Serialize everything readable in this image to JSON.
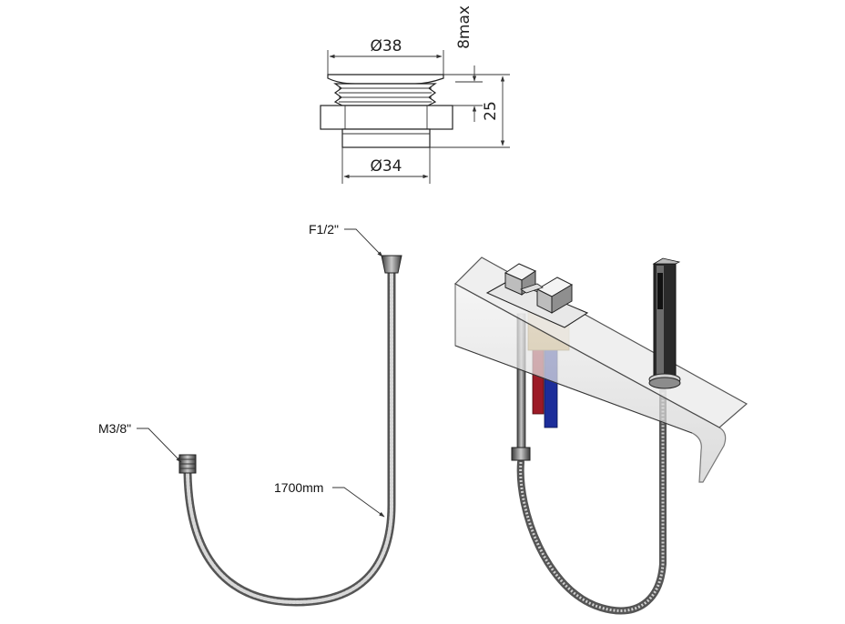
{
  "drain": {
    "dim_top_diameter": "Ø38",
    "dim_bottom_diameter": "Ø34",
    "dim_height": "25",
    "dim_max": "8max"
  },
  "hose": {
    "end_top_label": "F1/2\"",
    "end_left_label": "M3/8\"",
    "length_label": "1700mm"
  },
  "colors": {
    "hot_pipe": "#9c1a26",
    "cold_pipe": "#1c2d9a",
    "brass": "#c8a45a",
    "hose": "#6e6e6e",
    "panel": "#d7d7d7"
  }
}
